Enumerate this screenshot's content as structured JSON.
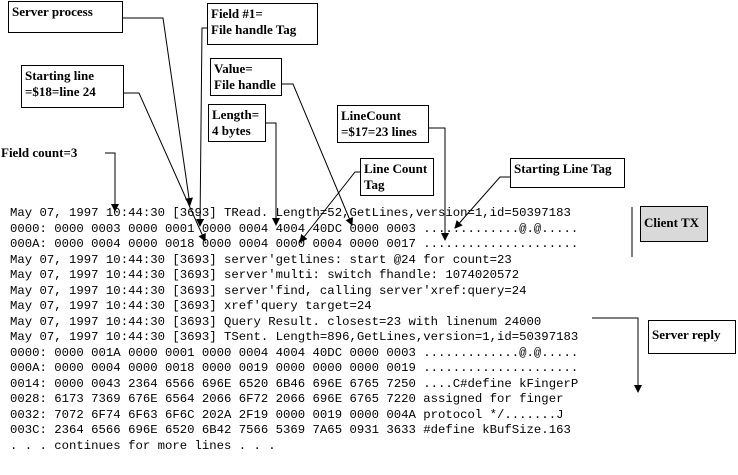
{
  "callouts": {
    "server_process": "Server process",
    "field1": "Field #1=\nFile handle Tag",
    "starting_line": "Starting line\n=$18=line 24",
    "value": "Value=\nFile handle",
    "length": "Length=\n4 bytes",
    "linecount": "LineCount\n=$17=23 lines",
    "field_count": "Field count=3",
    "line_count_tag": "Line Count\nTag",
    "starting_line_tag": "Starting Line Tag",
    "client_tx": "Client TX",
    "server_reply": "Server reply"
  },
  "log_lines": [
    "May 07, 1997 10:44:30 [3693] TRead. Length=52,GetLines,version=1,id=50397183",
    "0000: 0000 0003 0000 0001 0000 0004 4004 40DC 0000 0003 .............@.@.....",
    "000A: 0000 0004 0000 0018 0000 0004 0000 0004 0000 0017 .....................",
    "May 07, 1997 10:44:30 [3693] server'getlines: start @24 for count=23",
    "May 07, 1997 10:44:30 [3693] server'multi: switch fhandle: 1074020572",
    "May 07, 1997 10:44:30 [3693] server'find, calling server'xref:query=24",
    "May 07, 1997 10:44:30 [3693] xref'query target=24",
    "May 07, 1997 10:44:30 [3693] Query Result. closest=23 with linenum 24000",
    "May 07, 1997 10:44:30 [3693] TSent. Length=896,GetLines,version=1,id=50397183",
    "0000: 0000 001A 0000 0001 0000 0004 4004 40DC 0000 0003 .............@.@.....",
    "000A: 0000 0004 0000 0018 0000 0019 0000 0000 0000 0019 .....................",
    "0014: 0000 0043 2364 6566 696E 6520 6B46 696E 6765 7250 ....C#define kFingerP",
    "0028: 6173 7369 676E 6564 2066 6F72 2066 696E 6765 7220 assigned for finger",
    "0032: 7072 6F74 6F63 6F6C 202A 2F19 0000 0019 0000 004A protocol */.......J",
    "003C: 2364 6566 696E 6520 6B42 7566 5369 7A65 0931 3633 #define kBufSize.163",
    ". . . continues for more lines . . ."
  ]
}
